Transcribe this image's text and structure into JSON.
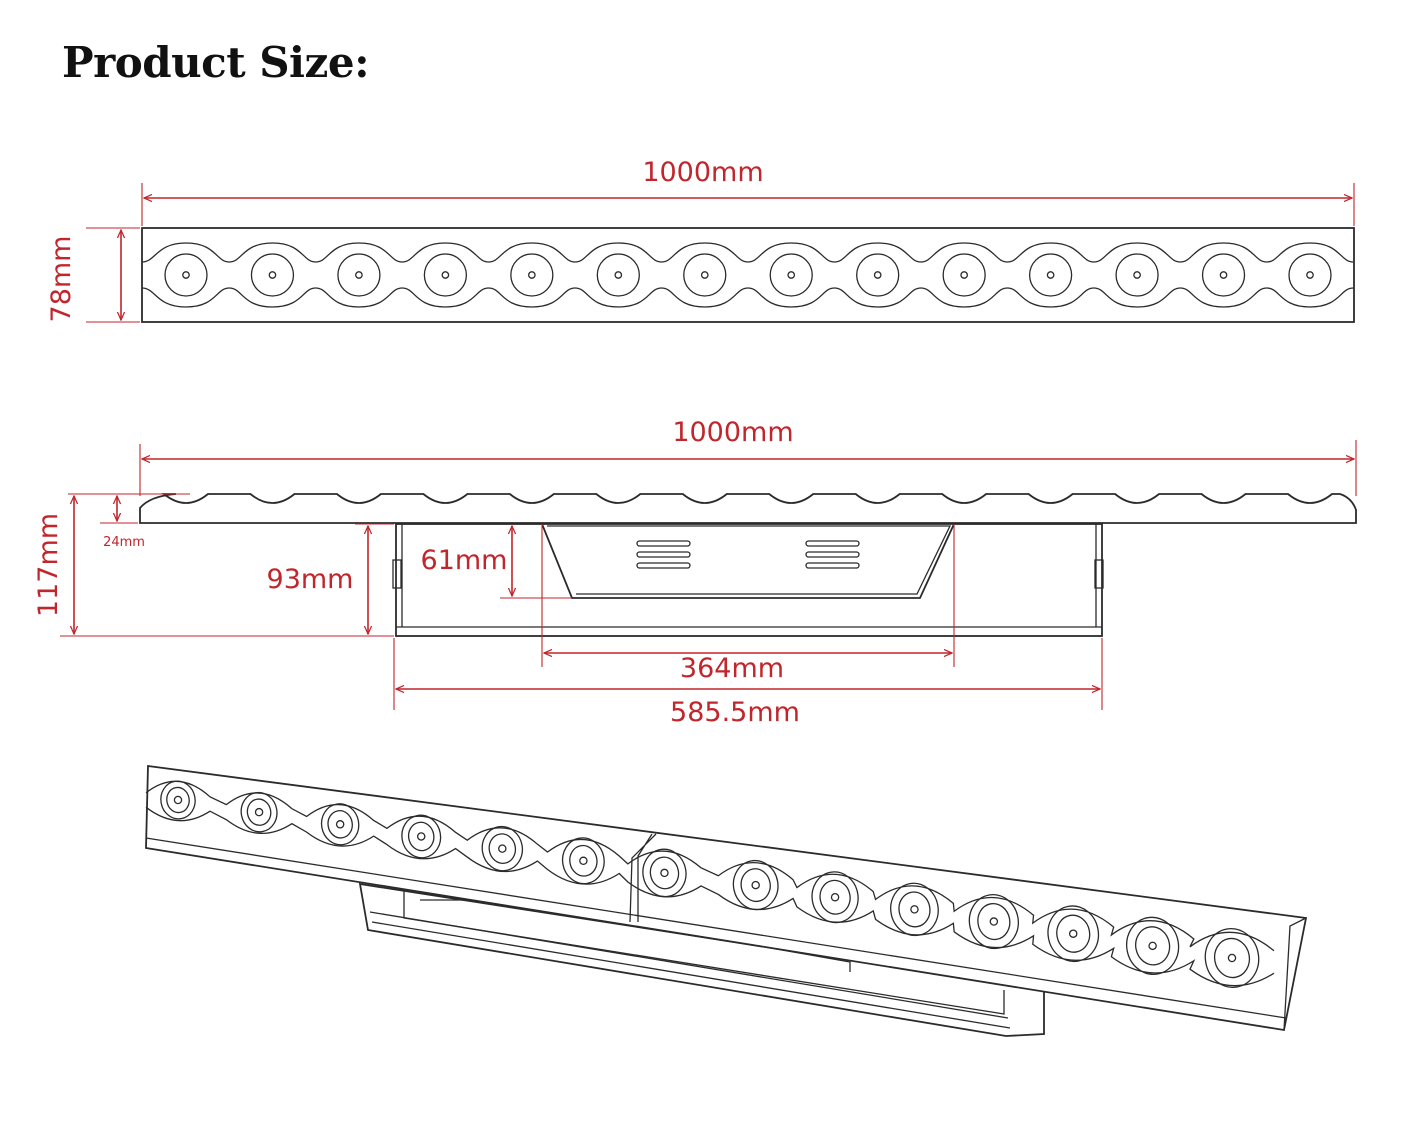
{
  "title": "Product Size:",
  "front_view": {
    "width_label": "1000mm",
    "height_label": "78mm",
    "lens_count": 14
  },
  "side_view": {
    "width_label": "1000mm",
    "total_height_label": "117mm",
    "head_height_label": "24mm",
    "box_height_label": "93mm",
    "vent_height_label": "61mm",
    "vent_width_label": "364mm",
    "box_width_label": "585.5mm"
  },
  "perspective_view": {
    "lens_count": 14
  },
  "colors": {
    "dimension": "#c0262c",
    "outline": "#2b2b2b",
    "title": "#111111"
  }
}
